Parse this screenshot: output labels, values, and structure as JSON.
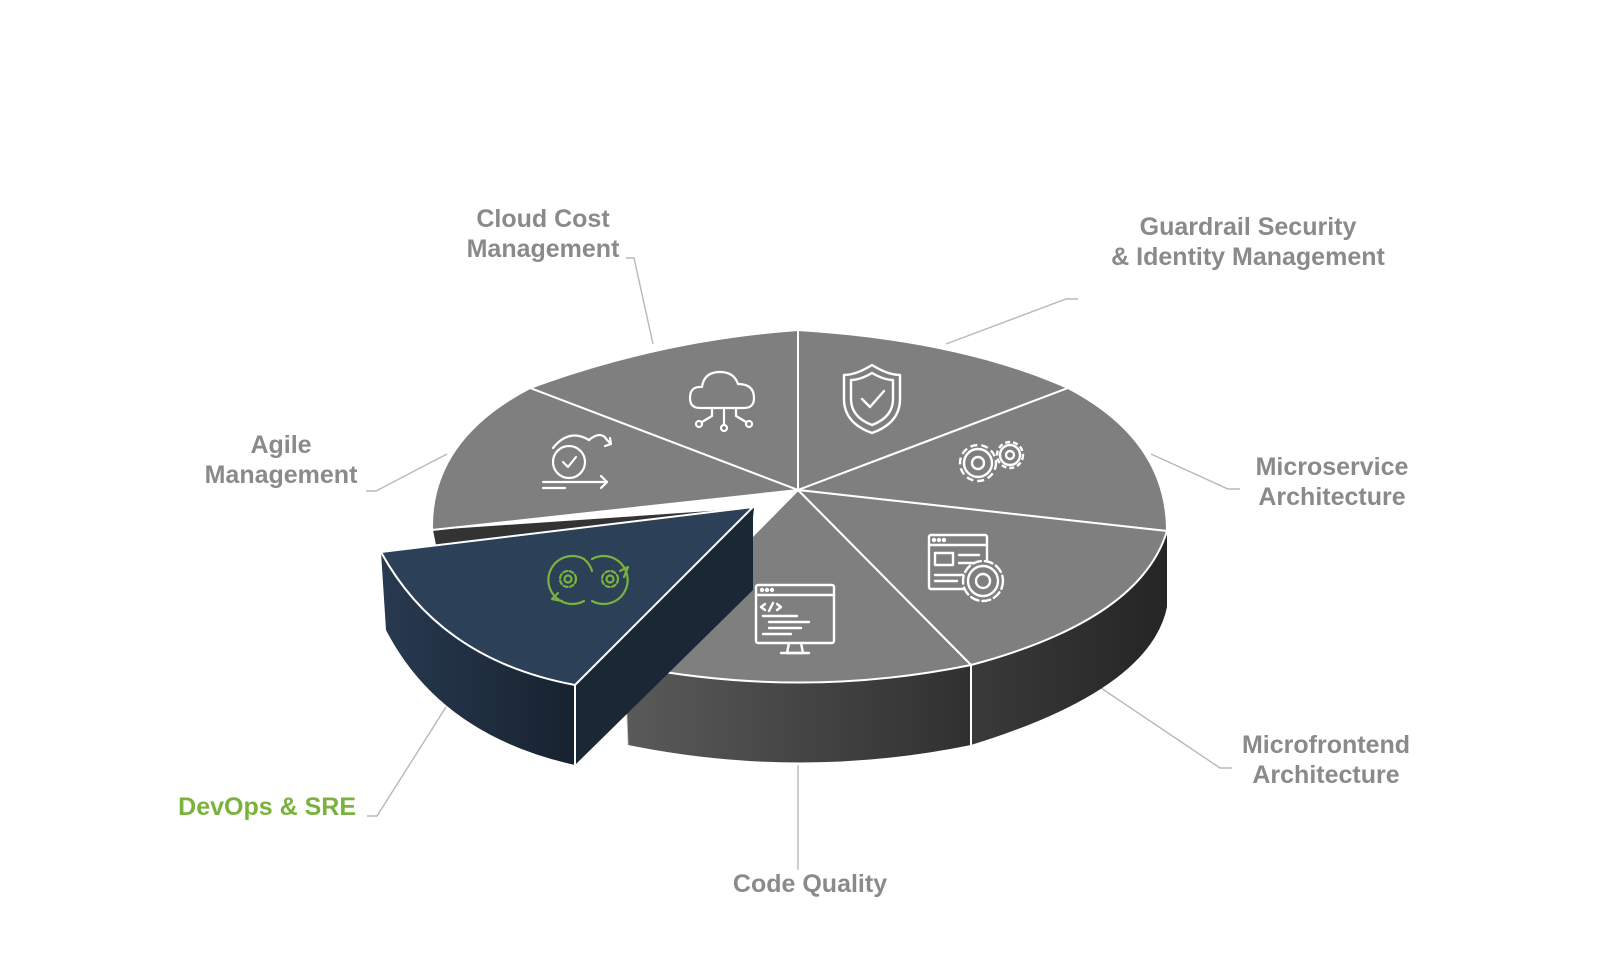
{
  "colors": {
    "slice_top": "#7f7f7f",
    "slice_side_dark": "#353535",
    "highlight_top": "#2c4058",
    "highlight_side": "#1d2b3c",
    "label_text": "#8a8a8a",
    "highlight_text": "#7ab23d",
    "leader_line": "#b8b8b8"
  },
  "segments": [
    {
      "id": "agile",
      "lines": [
        "Agile",
        "Management"
      ],
      "icon": "agile-cycle-icon",
      "highlighted": false
    },
    {
      "id": "cloud",
      "lines": [
        "Cloud Cost",
        "Management"
      ],
      "icon": "cloud-network-icon",
      "highlighted": false
    },
    {
      "id": "security",
      "lines": [
        "Guardrail Security",
        "& Identity Management"
      ],
      "icon": "shield-check-icon",
      "highlighted": false
    },
    {
      "id": "microservice",
      "lines": [
        "Microservice",
        "Architecture"
      ],
      "icon": "gears-icon",
      "highlighted": false
    },
    {
      "id": "microfrontend",
      "lines": [
        "Microfrontend",
        "Architecture"
      ],
      "icon": "browser-gear-icon",
      "highlighted": false
    },
    {
      "id": "code",
      "lines": [
        "Code Quality"
      ],
      "icon": "code-monitor-icon",
      "highlighted": false
    },
    {
      "id": "devops",
      "lines": [
        "DevOps & SRE"
      ],
      "icon": "devops-cycle-icon",
      "highlighted": true
    }
  ]
}
